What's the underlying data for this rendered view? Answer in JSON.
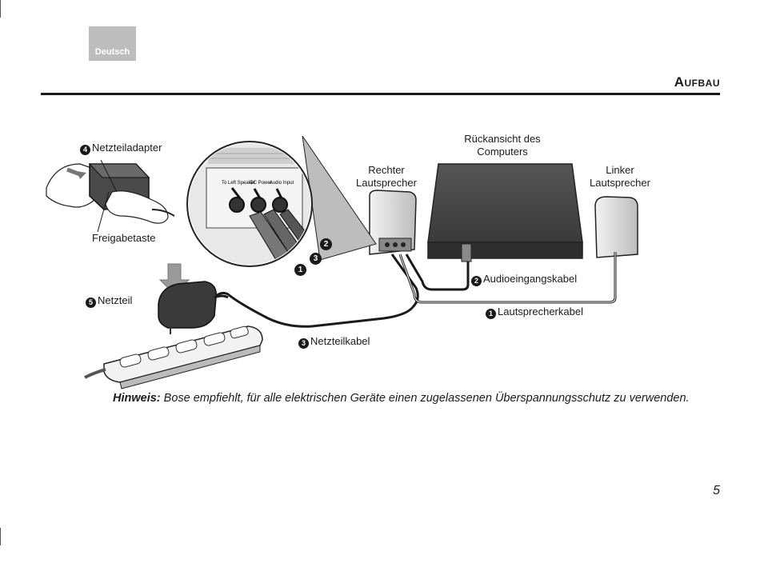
{
  "header": {
    "language_tab": "Deutsch",
    "section_title": "Aufbau"
  },
  "diagram": {
    "labels": {
      "power_adapter": {
        "num": "4",
        "text": "Netzteiladapter"
      },
      "release_button": {
        "text": "Freigabetaste"
      },
      "power_supply": {
        "num": "5",
        "text": "Netzteil"
      },
      "power_cable": {
        "num": "3",
        "text": "Netzteilkabel"
      },
      "audio_input_cable": {
        "num": "2",
        "text": "Audioeingangskabel"
      },
      "speaker_cable": {
        "num": "1",
        "text": "Lautsprecherkabel"
      },
      "right_speaker": {
        "line1": "Rechter",
        "line2": "Lautsprecher"
      },
      "left_speaker": {
        "line1": "Linker",
        "line2": "Lautsprecher"
      },
      "computer_rear": {
        "line1": "Rückansicht des",
        "line2": "Computers"
      }
    },
    "panel_labels": {
      "to_left_speaker": "To Left Speaker",
      "dc_power": "DC Power",
      "audio_input": "Audio Input"
    },
    "callouts": [
      "2",
      "3",
      "1"
    ]
  },
  "note": {
    "prefix": "Hinweis:",
    "text": " Bose empfiehlt, für alle elektrischen Geräte einen zugelassenen Überspannungsschutz zu verwenden."
  },
  "page_number": "5",
  "colors": {
    "ink": "#1a1a1a",
    "tab_gray": "#bdbdbd",
    "device_gray": "#d4d4d4",
    "computer_dark": "#4a4a4a"
  }
}
